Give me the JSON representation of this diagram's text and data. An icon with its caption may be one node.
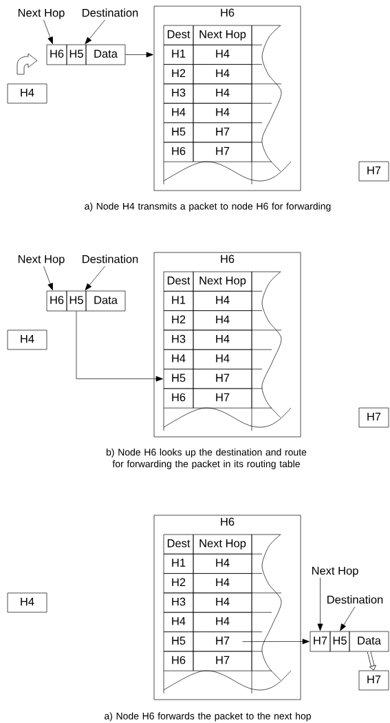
{
  "diagram": {
    "nodes": [
      {
        "text": [
          "H4"
        ]
      },
      {
        "text": [
          "Next Hop"
        ]
      },
      {
        "text": [
          "Destination"
        ]
      },
      {
        "text": [
          "H6"
        ]
      },
      {
        "text": [
          "H5"
        ]
      },
      {
        "text": [
          "Data"
        ]
      },
      {
        "text": [
          "H6"
        ]
      },
      {
        "text": [
          "Dest"
        ],
        "in": 6
      },
      {
        "text": [
          "Next Hop"
        ],
        "in": 6
      },
      {
        "text": [
          "H1"
        ],
        "in": 6
      },
      {
        "text": [
          "H4"
        ],
        "in": 6
      },
      {
        "text": [
          "H2"
        ],
        "in": 6
      },
      {
        "text": [
          "H4"
        ],
        "in": 6
      },
      {
        "text": [
          "H3"
        ],
        "in": 6
      },
      {
        "text": [
          "H4"
        ],
        "in": 6
      },
      {
        "text": [
          "H4"
        ],
        "in": 6
      },
      {
        "text": [
          "H4"
        ],
        "in": 6
      },
      {
        "text": [
          "H5"
        ],
        "in": 6
      },
      {
        "text": [
          "H7"
        ],
        "in": 6
      },
      {
        "text": [
          "H6"
        ],
        "in": 6
      },
      {
        "text": [
          "H7"
        ],
        "in": 6
      },
      {
        "text": [
          "H7"
        ]
      },
      {
        "text": [
          "H4"
        ]
      },
      {
        "text": [
          "Next Hop"
        ]
      },
      {
        "text": [
          "Destination"
        ]
      },
      {
        "text": [
          "H6"
        ]
      },
      {
        "text": [
          "H5"
        ]
      },
      {
        "text": [
          "Data"
        ]
      },
      {
        "text": [
          "H6"
        ]
      },
      {
        "text": [
          "Dest"
        ],
        "in": 28
      },
      {
        "text": [
          "Next Hop"
        ],
        "in": 28
      },
      {
        "text": [
          "H1"
        ],
        "in": 28
      },
      {
        "text": [
          "H4"
        ],
        "in": 28
      },
      {
        "text": [
          "H2"
        ],
        "in": 28
      },
      {
        "text": [
          "H4"
        ],
        "in": 28
      },
      {
        "text": [
          "H3"
        ],
        "in": 28
      },
      {
        "text": [
          "H4"
        ],
        "in": 28
      },
      {
        "text": [
          "H4"
        ],
        "in": 28
      },
      {
        "text": [
          "H4"
        ],
        "in": 28
      },
      {
        "text": [
          "H5"
        ],
        "in": 28
      },
      {
        "text": [
          "H7"
        ],
        "in": 28
      },
      {
        "text": [
          "H6"
        ],
        "in": 28
      },
      {
        "text": [
          "H7"
        ],
        "in": 28
      },
      {
        "text": [
          "H7"
        ]
      },
      {
        "text": [
          "H6"
        ]
      },
      {
        "text": [
          "Dest"
        ],
        "in": 44
      },
      {
        "text": [
          "Next Hop"
        ],
        "in": 44
      },
      {
        "text": [
          "H1"
        ],
        "in": 44
      },
      {
        "text": [
          "H4"
        ],
        "in": 44
      },
      {
        "text": [
          "H2"
        ],
        "in": 44
      },
      {
        "text": [
          "H4"
        ],
        "in": 44
      },
      {
        "text": [
          "H3"
        ],
        "in": 44
      },
      {
        "text": [
          "H4"
        ],
        "in": 44
      },
      {
        "text": [
          "H4"
        ],
        "in": 44
      },
      {
        "text": [
          "H4"
        ],
        "in": 44
      },
      {
        "text": [
          "H5"
        ],
        "in": 44
      },
      {
        "text": [
          "H7"
        ],
        "in": 44
      },
      {
        "text": [
          "H6"
        ],
        "in": 44
      },
      {
        "text": [
          "H7"
        ],
        "in": 44
      },
      {
        "text": [
          "H4"
        ]
      },
      {
        "text": [
          "Next Hop"
        ]
      },
      {
        "text": [
          "Destination"
        ]
      },
      {
        "text": [
          "H7"
        ]
      },
      {
        "text": [
          "H5"
        ]
      },
      {
        "text": [
          "Data"
        ]
      },
      {
        "text": [
          "H7"
        ]
      }
    ],
    "edges": [
      {
        "from": 1,
        "to": 3,
        "arrow": "to"
      },
      {
        "from": 2,
        "to": 4,
        "arrow": "to"
      },
      {
        "from": 5,
        "to": 6,
        "arrow": "to"
      },
      {
        "from": 23,
        "to": 25,
        "arrow": "to"
      },
      {
        "from": 24,
        "to": 26,
        "arrow": "to"
      },
      {
        "from": 26,
        "to": 39,
        "arrow": "to"
      },
      {
        "from": 56,
        "to": 62,
        "arrow": "to"
      },
      {
        "from": 60,
        "to": 62,
        "arrow": "to"
      },
      {
        "from": 61,
        "to": 63,
        "arrow": "to"
      },
      {
        "from": 64,
        "to": 65,
        "arrow": "to",
        "style": "thick"
      }
    ],
    "labels": [
      "a) Node H4 transmits a packet to node H6 for forwarding",
      "b) Node H6 looks up the destination and route for forwarding the packet in its routing table",
      "a) Node H6 forwards the packet to the next hop"
    ]
  }
}
